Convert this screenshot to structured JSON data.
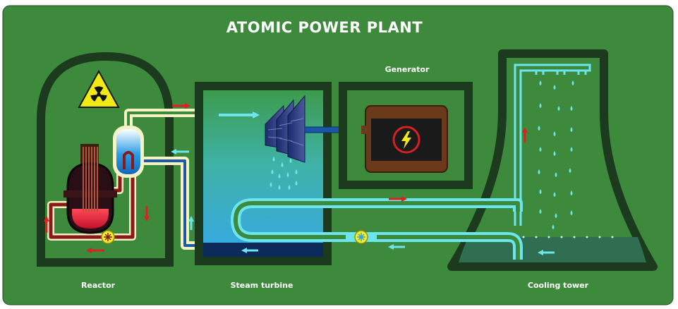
{
  "title": "ATOMIC POWER PLANT",
  "labels": {
    "generator": "Generator",
    "reactor": "Reactor",
    "steam_turbine": "Steam turbine",
    "cooling_tower": "Cooling tower"
  },
  "icons": [
    "radiation-hazard-icon",
    "lightning-icon",
    "flow-arrow-icon",
    "pump-icon",
    "water-drop-icon"
  ],
  "colors": {
    "background": "#3e8a3c",
    "structure": "#1c3a1d",
    "hot_loop": "#8a1a1a",
    "steam_pipe": "#f5f3c6",
    "cold_water": "#6be6ef",
    "flow_arrow": "#e02020",
    "pump": "#f2ef2a",
    "radiation_sign": "#f2ea15"
  }
}
